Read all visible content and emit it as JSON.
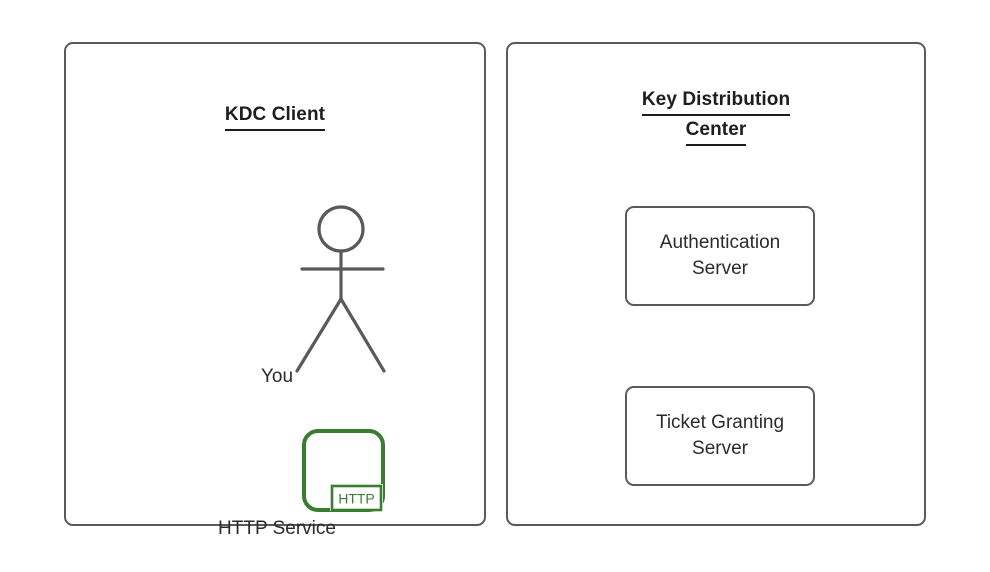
{
  "diagram": {
    "background_color": "#ffffff",
    "stroke_color": "#5a5a5a",
    "text_color": "#2b2b2b",
    "title_color": "#1d1d1d",
    "accent_color": "#3a7d32"
  },
  "panels": {
    "client": {
      "title": "KDC Client",
      "actor": {
        "icon_name": "stick-figure-icon",
        "label": "You"
      },
      "service": {
        "icon_name": "http-service-icon",
        "badge_text": "HTTP",
        "label": "HTTP Service",
        "color": "#3a7d32"
      }
    },
    "kdc": {
      "title_line1": "Key Distribution",
      "title_line2": "Center",
      "boxes": [
        {
          "label": "Authentication\nServer"
        },
        {
          "label": "Ticket Granting\nServer"
        }
      ]
    }
  }
}
